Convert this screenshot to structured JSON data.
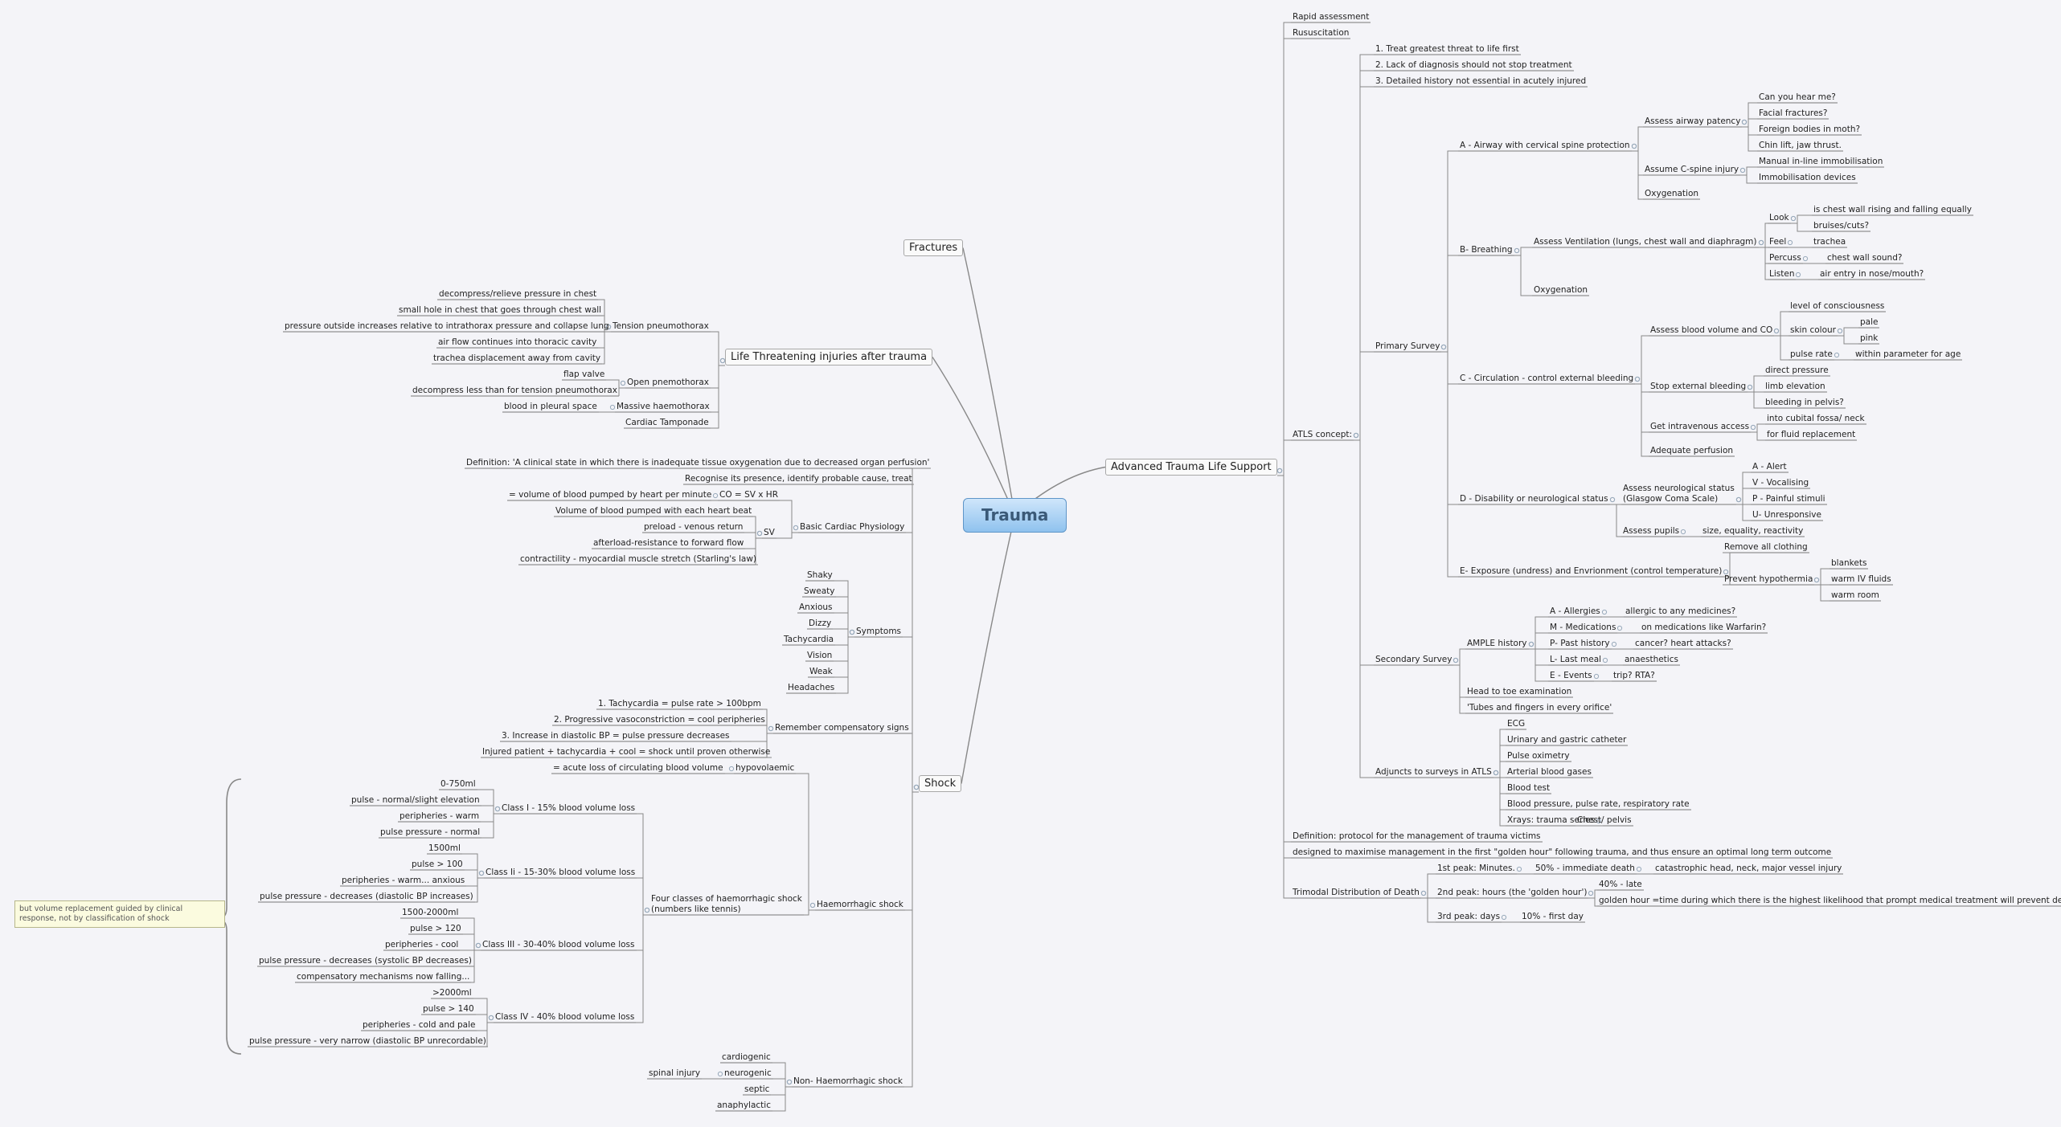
{
  "root": "Trauma",
  "note": "but volume replacement guided by clinical response, not by classification of shock",
  "t": {
    "fractures": "Fractures",
    "lti": "Life Threatening injuries after trauma",
    "shock": "Shock",
    "atls": "Advanced Trauma Life Support",
    "tp": "Tension pneumothorax",
    "tp1": "decompress/relieve pressure in chest",
    "tp2": "small hole in chest that goes through chest wall",
    "tp3": "pressure outside increases relative to intrathorax pressure and collapse lung",
    "tp4": "air flow continues into thoracic cavity",
    "tp5": "trachea displacement away from cavity",
    "op": "Open pnemothorax",
    "op1": "flap valve",
    "op2": "decompress less than for tension pneumothorax",
    "mh": "Massive haemothorax",
    "mh1": "blood in pleural space",
    "ct": "Cardiac Tamponade",
    "def": "Definition: 'A clinical state in which there is inadequate tissue oxygenation due to decreased organ perfusion'",
    "rec": "Recognise its presence, identify probable cause, treat",
    "bcp": "Basic Cardiac Physiology",
    "co": "CO = SV x HR",
    "co1": "= volume of blood pumped by heart per minute",
    "sv": "SV",
    "sv1": "Volume of blood pumped with each heart beat",
    "sv2": "preload - venous return",
    "sv3": "afterload-resistance to forward flow",
    "sv4": "contractility - myocardial muscle stretch (Starling's law)",
    "sym": "Symptoms",
    "sy1": "Shaky",
    "sy2": "Sweaty",
    "sy3": "Anxious",
    "sy4": "Dizzy",
    "sy5": "Tachycardia",
    "sy6": "Vision",
    "sy7": "Weak",
    "sy8": "Headaches",
    "rcs": "Remember compensatory signs",
    "rc1": "1. Tachycardia = pulse rate > 100bpm",
    "rc2": "2. Progressive vasoconstriction = cool peripheries",
    "rc3": "3. Increase in diastolic BP = pulse pressure decreases",
    "rc4": "Injured patient + tachycardia + cool = shock until proven otherwise",
    "hs": "Haemorrhagic shock",
    "hv": "hypovolaemic",
    "hv1": "= acute loss of circulating blood volume",
    "fc": "Four classes of haemorrhagic shock",
    "fc2": "(numbers like tennis)",
    "c1": "Class I - 15% blood volume loss",
    "c1a": "0-750ml",
    "c1b": "pulse - normal/slight elevation",
    "c1c": "peripheries - warm",
    "c1d": "pulse pressure - normal",
    "c2": "Class Ii - 15-30% blood volume loss",
    "c2a": "1500ml",
    "c2b": "pulse > 100",
    "c2c": "peripheries - warm... anxious",
    "c2d": "pulse pressure - decreases (diastolic BP increases)",
    "c3": "Class III - 30-40% blood volume loss",
    "c3a": "1500-2000ml",
    "c3b": "pulse > 120",
    "c3c": "peripheries - cool",
    "c3d": "pulse pressure - decreases (systolic BP decreases)",
    "c3e": "compensatory mechanisms now falling...",
    "c4": "Class IV - 40% blood volume loss",
    "c4a": ">2000ml",
    "c4b": "pulse > 140",
    "c4c": "peripheries - cold and pale",
    "c4d": "pulse pressure - very narrow (diastolic BP unrecordable)",
    "nhs": "Non- Haemorrhagic shock",
    "nh1": "cardiogenic",
    "nh2": "neurogenic",
    "nh2a": "spinal injury",
    "nh3": "septic",
    "nh4": "anaphylactic",
    "ra": "Rapid assessment",
    "rus": "Rususcitation",
    "ac": "ATLS concept:",
    "ac1": "1. Treat greatest threat to life first",
    "ac2": "2. Lack of diagnosis should not stop treatment",
    "ac3": "3. Detailed history not essential in acutely injured",
    "ps": "Primary Survey",
    "a": "A - Airway with cervical spine protection",
    "aap": "Assess airway patency",
    "aap1": "Can you hear me?",
    "aap2": "Facial fractures?",
    "aap3": "Foreign bodies in moth?",
    "aap4": "Chin lift, jaw thrust.",
    "acs": "Assume C-spine injury",
    "acs1": "Manual in-line immobilisation",
    "acs2": "Immobilisation devices",
    "aox": "Oxygenation",
    "b": "B- Breathing",
    "bav": "Assess Ventilation (lungs, chest wall and diaphragm)",
    "bl": "Look",
    "bl1": "is chest wall rising and falling equally",
    "bl2": "bruises/cuts?",
    "bf": "Feel",
    "bf1": "trachea",
    "bp": "Percuss",
    "bp1": "chest wall sound?",
    "bli": "Listen",
    "bli1": "air entry in nose/mouth?",
    "box": "Oxygenation",
    "c": "C - Circulation - control external bleeding",
    "cab": "Assess blood volume and CO",
    "cab1": "level of consciousness",
    "cab2": "skin colour",
    "cab2a": "pale",
    "cab2b": "pink",
    "cab3": "pulse rate",
    "cab3a": "within parameter for age",
    "ceb": "Stop external bleeding",
    "ceb1": "direct pressure",
    "ceb2": "limb elevation",
    "ceb3": "bleeding in pelvis?",
    "civ": "Get intravenous access",
    "civ1": "into cubital fossa/ neck",
    "civ2": "for fluid replacement",
    "cap": "Adequate perfusion",
    "d": "D - Disability or neurological status",
    "dan": "Assess neurological status",
    "dan2": "(Glasgow Coma Scale)",
    "da1": "A - Alert",
    "da2": "V - Vocalising",
    "da3": "P - Painful stimuli",
    "da4": "U- Unresponsive",
    "dpu": "Assess pupils",
    "dpu1": "size, equality, reactivity",
    "e": "E- Exposure (undress) and Envrionment (control temperature)",
    "e1": "Remove all clothing",
    "eph": "Prevent hypothermia",
    "eph1": "blankets",
    "eph2": "warm IV fluids",
    "eph3": "warm room",
    "ss": "Secondary Survey",
    "amp": "AMPLE history",
    "am1": "A - Allergies",
    "am1a": "allergic to any medicines?",
    "am2": "M - Medications",
    "am2a": "on medications like Warfarin?",
    "am3": "P- Past history",
    "am3a": "cancer? heart attacks?",
    "am4": "L- Last meal",
    "am4a": "anaesthetics",
    "am5": "E - Events",
    "am5a": "trip? RTA?",
    "htt": "Head to toe examination",
    "tub": "'Tubes and fingers in every orifice'",
    "adj": "Adjuncts to surveys in ATLS",
    "ad1": "ECG",
    "ad2": "Urinary and gastric catheter",
    "ad3": "Pulse oximetry",
    "ad4": "Arterial blood gases",
    "ad5": "Blood test",
    "ad6": "Blood pressure, pulse rate, respiratory rate",
    "ad7": "Xrays: trauma series",
    "ad7a": "Chest/ pelvis",
    "dfp": "Definition: protocol for the management of trauma victims",
    "dsg": "designed to maximise management in the first \"golden hour\" following trauma, and thus ensure an optimal long term outcome",
    "tdd": "Trimodal Distribution of Death",
    "p1": "1st peak: Minutes.",
    "p1a": "50% - immediate death",
    "p1b": "catastrophic head, neck, major vessel injury",
    "p2": "2nd peak: hours (the 'golden hour')",
    "p2a": "40% - late",
    "p2b": "golden hour =time during which there is the highest likelihood that prompt medical treatment will prevent death",
    "p3": "3rd peak: days",
    "p3a": "10% - first day"
  }
}
